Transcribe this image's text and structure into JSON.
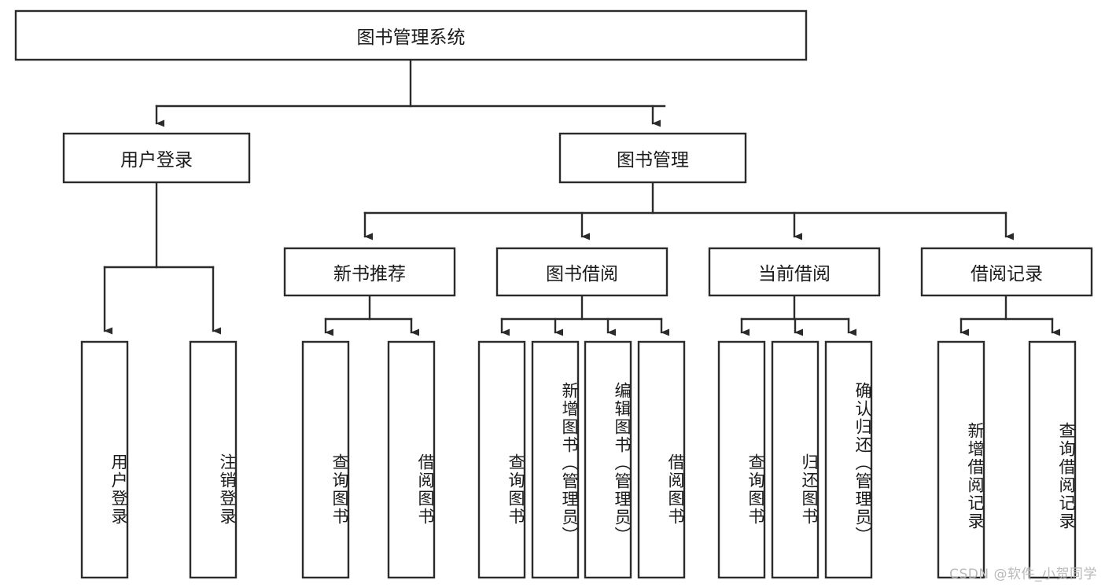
{
  "diagram": {
    "type": "tree-hierarchy-chart",
    "title": "图书管理系统",
    "watermark": "CSDN @软件_小贺同学",
    "colors": {
      "background": "#ffffff",
      "stroke": "#2b2b2b",
      "text": "#1a1a1a",
      "watermark": "#b9b9b9"
    },
    "levels": {
      "level1": [
        {
          "id": "root",
          "label": "图书管理系统",
          "orientation": "horizontal"
        }
      ],
      "level2": [
        {
          "id": "user-login",
          "label": "用户登录",
          "orientation": "horizontal",
          "parent": "root"
        },
        {
          "id": "book-manage",
          "label": "图书管理",
          "orientation": "horizontal",
          "parent": "root"
        }
      ],
      "level3": [
        {
          "id": "new-book-rec",
          "label": "新书推荐",
          "orientation": "horizontal",
          "parent": "book-manage"
        },
        {
          "id": "book-borrow",
          "label": "图书借阅",
          "orientation": "horizontal",
          "parent": "book-manage"
        },
        {
          "id": "current-borrow",
          "label": "当前借阅",
          "orientation": "horizontal",
          "parent": "book-manage"
        },
        {
          "id": "borrow-record",
          "label": "借阅记录",
          "orientation": "horizontal",
          "parent": "book-manage"
        }
      ],
      "leaves": [
        {
          "id": "leaf-user-login",
          "label": "用户登录",
          "orientation": "vertical",
          "parent": "user-login"
        },
        {
          "id": "leaf-user-logout",
          "label": "注销登录",
          "orientation": "vertical",
          "parent": "user-login"
        },
        {
          "id": "leaf-rec-query",
          "label": "查询图书",
          "orientation": "vertical",
          "parent": "new-book-rec"
        },
        {
          "id": "leaf-rec-borrow",
          "label": "借阅图书",
          "orientation": "vertical",
          "parent": "new-book-rec"
        },
        {
          "id": "leaf-borrow-query",
          "label": "查询图书",
          "orientation": "vertical",
          "parent": "book-borrow"
        },
        {
          "id": "leaf-borrow-add",
          "label": "新增图书（管理员）",
          "orientation": "vertical",
          "parent": "book-borrow"
        },
        {
          "id": "leaf-borrow-edit",
          "label": "编辑图书（管理员）",
          "orientation": "vertical",
          "parent": "book-borrow"
        },
        {
          "id": "leaf-borrow-lend",
          "label": "借阅图书",
          "orientation": "vertical",
          "parent": "book-borrow"
        },
        {
          "id": "leaf-cur-query",
          "label": "查询图书",
          "orientation": "vertical",
          "parent": "current-borrow"
        },
        {
          "id": "leaf-cur-return",
          "label": "归还图书",
          "orientation": "vertical",
          "parent": "current-borrow"
        },
        {
          "id": "leaf-cur-confirm",
          "label": "确认归还（管理员）",
          "orientation": "vertical",
          "parent": "current-borrow"
        },
        {
          "id": "leaf-rec-add",
          "label": "新增借阅记录",
          "orientation": "vertical",
          "parent": "borrow-record"
        },
        {
          "id": "leaf-rec-search",
          "label": "查询借阅记录",
          "orientation": "vertical",
          "parent": "borrow-record"
        }
      ]
    }
  }
}
